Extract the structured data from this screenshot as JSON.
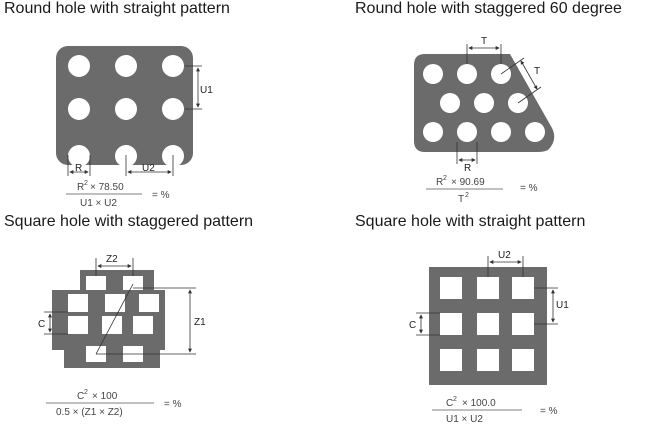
{
  "panels": {
    "round_straight": {
      "title": "Round hole with straight pattern",
      "labels": {
        "u1": "U1",
        "r": "R",
        "u2": "U2"
      },
      "formula": {
        "num_a": "R",
        "num_exp": "2",
        "num_b": "× 78.50",
        "den": "U1  ×  U2",
        "eq": "=  %"
      }
    },
    "round_staggered": {
      "title": "Round hole with staggered 60 degree",
      "labels": {
        "t1": "T",
        "t2": "T",
        "r": "R"
      },
      "formula": {
        "num_a": "R",
        "num_exp": "2",
        "num_b": "×  90.69",
        "den_a": "T",
        "den_exp": "2",
        "eq": "=  %"
      }
    },
    "square_staggered": {
      "title": "Square hole with staggered pattern",
      "labels": {
        "z2": "Z2",
        "c": "C",
        "z1": "Z1"
      },
      "formula": {
        "num_a": "C",
        "num_exp": "2",
        "num_b": "×  100",
        "den": "0.5  ×  (Z1 × Z2)",
        "eq": "=  %"
      }
    },
    "square_straight": {
      "title": "Square hole with straight pattern",
      "labels": {
        "u2": "U2",
        "u1": "U1",
        "c": "C"
      },
      "formula": {
        "num_a": "C",
        "num_exp": "2",
        "num_b": "×  100.0",
        "den": "U1   ×   U2",
        "eq": "=  %"
      }
    }
  },
  "colors": {
    "plate": "#6b6b6b",
    "hole": "#ffffff",
    "dim": "#333333",
    "rule": "#555555"
  }
}
